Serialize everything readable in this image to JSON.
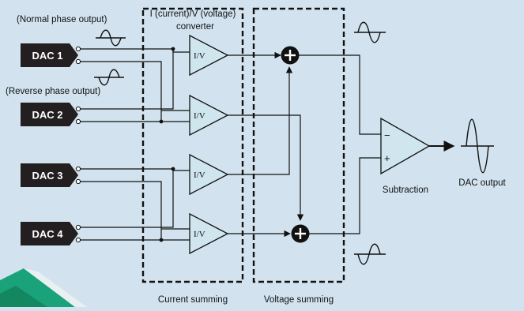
{
  "labels": {
    "normal_phase": "(Normal phase output)",
    "reverse_phase": "(Reverse phase output)",
    "converter_line1": "I (current)/V (voltage)",
    "converter_line2": "converter",
    "current_summing": "Current summing",
    "voltage_summing": "Voltage summing",
    "subtraction": "Subtraction",
    "dac_output": "DAC output"
  },
  "dacs": [
    {
      "label": "DAC 1"
    },
    {
      "label": "DAC 2"
    },
    {
      "label": "DAC 3"
    },
    {
      "label": "DAC 4"
    }
  ],
  "converters": [
    {
      "label": "I/V"
    },
    {
      "label": "I/V"
    },
    {
      "label": "I/V"
    },
    {
      "label": "I/V"
    }
  ],
  "subtractor": {
    "minus_sign": "−",
    "plus_sign": "+"
  },
  "colors": {
    "background": "#d2e3ef",
    "dac_block": "#231f20",
    "amplifier_fill": "#cfe6ee",
    "line": "#111111",
    "board_accent": "#1aa37a"
  },
  "icons": {
    "adder": "plus-circle-icon",
    "waveform": "sine-wave-icon",
    "signal_arrow": "arrow-right-icon"
  }
}
